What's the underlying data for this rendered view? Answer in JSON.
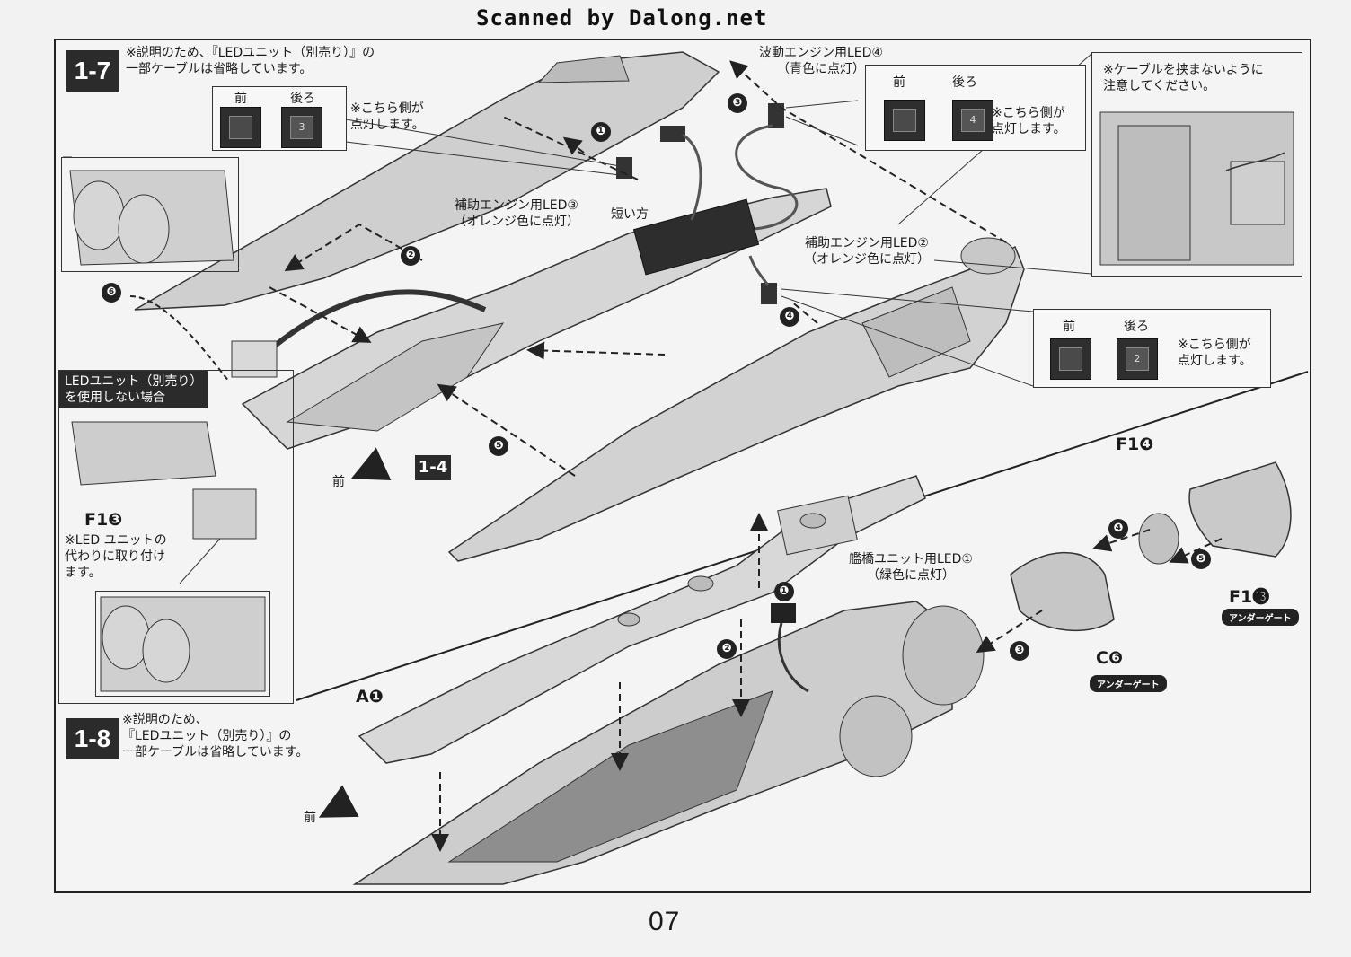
{
  "watermark": "Scanned by Dalong.net",
  "page_number": "07",
  "step_1_7": {
    "number": "1-7",
    "note": "※説明のため、『LEDユニット（別売り）』の\n一部ケーブルは省略しています。",
    "led3_table": {
      "front": "前",
      "back": "後ろ",
      "note": "※こちら側が\n点灯します。",
      "digit": "3"
    },
    "led4_title": "波動エンジン用LED④\n（青色に点灯）",
    "led4_table": {
      "front": "前",
      "back": "後ろ",
      "note": "※こちら側が\n点灯します。",
      "digit": "4"
    },
    "cable_note": "※ケーブルを挟まないように\n注意してください。",
    "led3_label": "補助エンジン用LED③\n（オレンジ色に点灯）",
    "short_side": "短い方",
    "led2_label": "補助エンジン用LED②\n（オレンジ色に点灯）",
    "led2_table": {
      "front": "前",
      "back": "後ろ",
      "note": "※こちら側が\n点灯します。",
      "digit": "2"
    },
    "ref_step": "1-4",
    "front_arrow": "前",
    "no_led_title": "LEDユニット（別売り）\nを使用しない場合",
    "no_led_part": "F1",
    "no_led_part_num": "❸",
    "no_led_note": "※LED ユニットの\n代わりに取り付け\nます。",
    "steps": [
      "❶",
      "❷",
      "❸",
      "❹",
      "❺",
      "❻"
    ]
  },
  "step_1_8": {
    "number": "1-8",
    "note": "※説明のため、\n『LEDユニット（別売り）』の\n一部ケーブルは省略しています。",
    "part_a": "A",
    "part_a_num": "❶",
    "led1_label": "艦橋ユニット用LED①\n（緑色に点灯）",
    "part_f1_4": "F1",
    "part_f1_4_num": "❹",
    "part_f1_13": "F1",
    "part_f1_13_num": "⓭",
    "part_c6": "C",
    "part_c6_num": "❻",
    "under_gate": "アンダーゲート",
    "front_arrow": "前",
    "steps": [
      "❶",
      "❷",
      "❸",
      "❹",
      "❺"
    ]
  },
  "colors": {
    "ink": "#222222",
    "paper": "#f2f2f2",
    "part_gray": "#b8b8b8"
  }
}
